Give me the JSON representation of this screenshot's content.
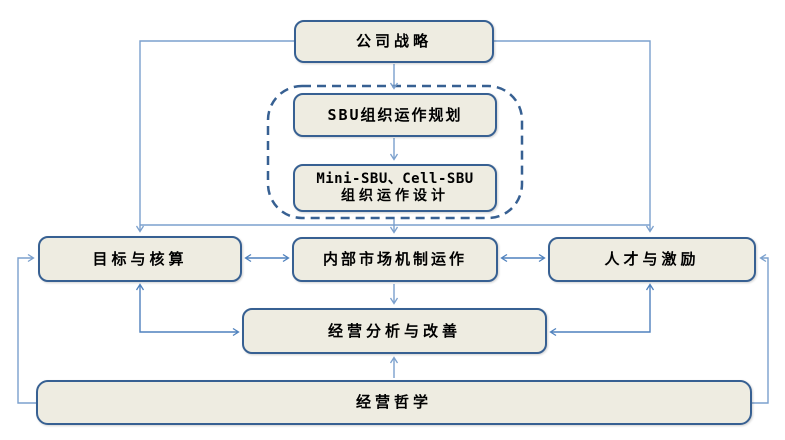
{
  "diagram": {
    "nodes": {
      "strategy": {
        "label": "公司战略"
      },
      "sbu_planning": {
        "label": "SBU组织运作规划"
      },
      "mini_cell_sbu": {
        "line1": "Mini-SBU、Cell-SBU",
        "line2": "组织运作设计"
      },
      "goals_accounting": {
        "label": "目标与核算"
      },
      "internal_market": {
        "label": "内部市场机制运作"
      },
      "talent_incentive": {
        "label": "人才与激励"
      },
      "analysis_improve": {
        "label": "经营分析与改善"
      },
      "philosophy": {
        "label": "经营哲学"
      }
    },
    "colors": {
      "background": "#ffffff",
      "box_fill": "#eeece1",
      "box_border": "#376092",
      "connector_light": "#7ba0cd",
      "connector_dark": "#4f81bd"
    }
  }
}
